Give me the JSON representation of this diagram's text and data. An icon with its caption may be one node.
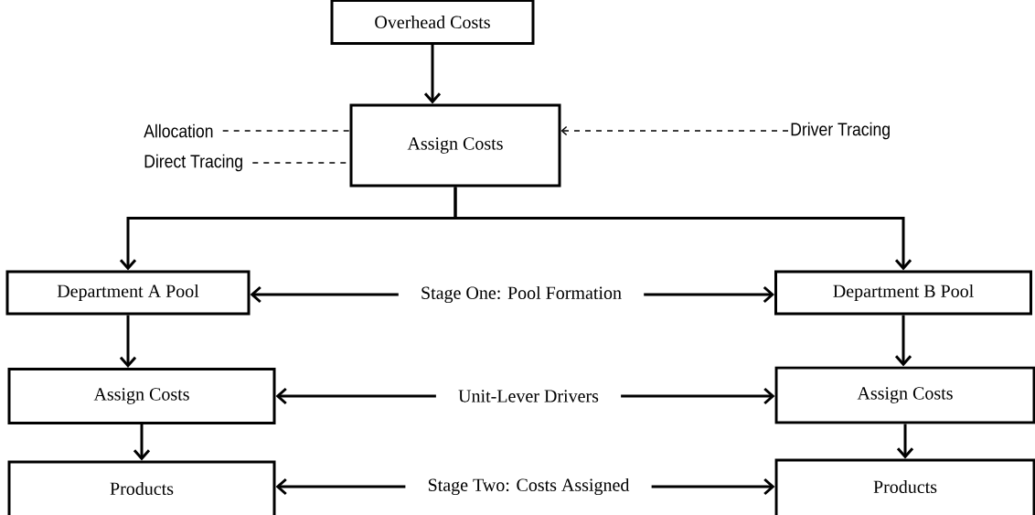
{
  "diagram": {
    "nodes": [
      {
        "text": [
          "Overhead Costs"
        ]
      },
      {
        "text": [
          "Assign Costs"
        ]
      },
      {
        "text": [
          "Allocation"
        ]
      },
      {
        "text": [
          "Direct Tracing"
        ]
      },
      {
        "text": [
          "Driver Tracing"
        ]
      },
      {
        "text": [
          "Department A Pool"
        ]
      },
      {
        "text": [
          "Stage One: Pool Formation"
        ]
      },
      {
        "text": [
          "Department B Pool"
        ]
      },
      {
        "text": [
          "Assign Costs"
        ]
      },
      {
        "text": [
          "Unit-Lever Drivers"
        ]
      },
      {
        "text": [
          "Assign Costs"
        ]
      },
      {
        "text": [
          "Products"
        ]
      },
      {
        "text": [
          "Stage Two: Costs Assigned"
        ]
      },
      {
        "text": [
          "Products"
        ]
      }
    ],
    "edges": [
      {
        "from": 0,
        "to": 1,
        "arrow": "to"
      },
      {
        "from": 2,
        "to": 1,
        "arrow": "none",
        "style": "dashed"
      },
      {
        "from": 3,
        "to": 1,
        "arrow": "none",
        "style": "dashed"
      },
      {
        "from": 4,
        "to": 1,
        "arrow": "to",
        "style": "dashed"
      },
      {
        "from": 1,
        "to": 5,
        "arrow": "to"
      },
      {
        "from": 1,
        "to": 7,
        "arrow": "to"
      },
      {
        "from": 6,
        "to": 5,
        "arrow": "to"
      },
      {
        "from": 6,
        "to": 7,
        "arrow": "to"
      },
      {
        "from": 5,
        "to": 8,
        "arrow": "to"
      },
      {
        "from": 7,
        "to": 10,
        "arrow": "to"
      },
      {
        "from": 9,
        "to": 8,
        "arrow": "to"
      },
      {
        "from": 9,
        "to": 10,
        "arrow": "to"
      },
      {
        "from": 8,
        "to": 11,
        "arrow": "to"
      },
      {
        "from": 10,
        "to": 13,
        "arrow": "to"
      },
      {
        "from": 12,
        "to": 11,
        "arrow": "to"
      },
      {
        "from": 12,
        "to": 13,
        "arrow": "to"
      }
    ]
  }
}
